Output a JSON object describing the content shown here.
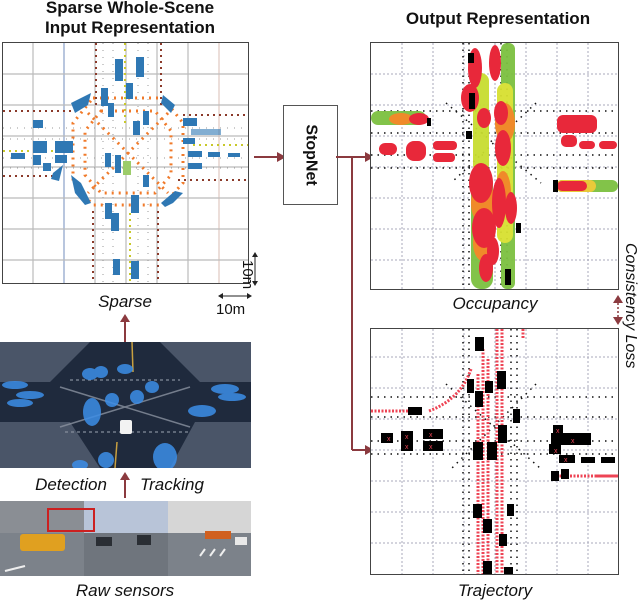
{
  "input_panel": {
    "title_line1": "Sparse Whole-Scene",
    "title_line2": "Input Representation",
    "caption": "Sparse",
    "scale_vertical": "10m",
    "scale_horizontal": "10m"
  },
  "model": {
    "label": "StopNet"
  },
  "output_panel": {
    "title": "Output Representation",
    "occupancy_caption": "Occupancy",
    "trajectory_caption": "Trajectory",
    "consistency_label": "Consistency Loss"
  },
  "pipeline": {
    "detection_label": "Detection",
    "tracking_label": "Tracking",
    "raw_sensors_label": "Raw sensors"
  },
  "colors": {
    "arrow": "#8b3a3f",
    "agent_points": "#2f78b4",
    "road_boundary": "#8b3a2a",
    "crosswalk": "#f07a2a",
    "lane_center": "#c8c82a",
    "occupancy_high": "#e8283a",
    "occupancy_mid": "#f08a2a",
    "occupancy_low": "#7cc040",
    "trajectory": "#ee4455"
  }
}
